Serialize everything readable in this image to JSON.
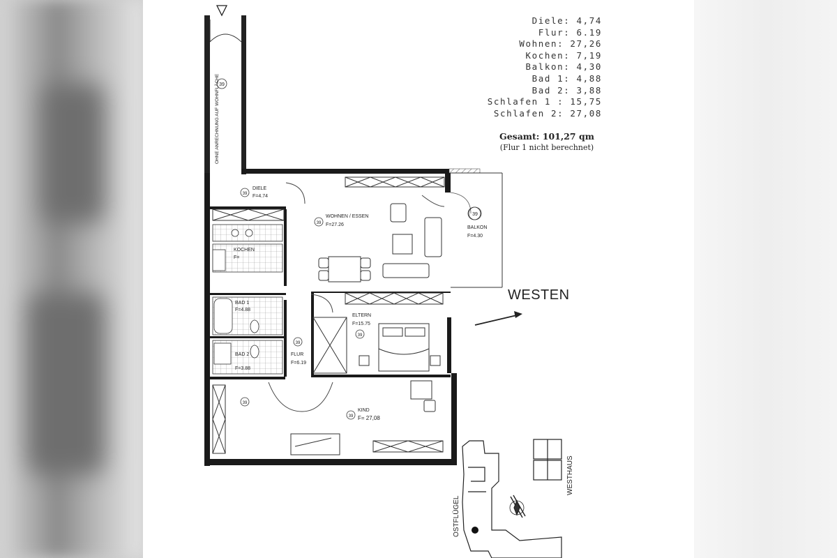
{
  "area_list": [
    {
      "label": "Diele: 4,74"
    },
    {
      "label": "Flur: 6.19"
    },
    {
      "label": "Wohnen: 27,26"
    },
    {
      "label": "Kochen: 7,19"
    },
    {
      "label": "Balkon: 4,30"
    },
    {
      "label": "Bad 1: 4,88"
    },
    {
      "label": "Bad 2: 3,88"
    },
    {
      "label": "Schlafen 1 : 15,75"
    },
    {
      "label": "Schlafen 2: 27,08"
    }
  ],
  "total": {
    "sum": "Gesamt: 101,27 qm",
    "note": "(Flur 1 nicht berechnet)"
  },
  "orientation": {
    "label": "WESTEN"
  },
  "corridor": {
    "note": "OHNE ANRECHNUNG AUF WOHNFLÄCHE",
    "number": "39"
  },
  "rooms": {
    "diele": {
      "number": "39",
      "name": "DIELE",
      "area": "F=4.74"
    },
    "wohnen": {
      "number": "39",
      "name": "WOHNEN / ESSEN",
      "area": "F=27.26"
    },
    "balkon": {
      "number": "39",
      "name": "BALKON",
      "area": "F=4.30"
    },
    "kochen": {
      "name": "KOCHEN",
      "area": "F="
    },
    "bad1": {
      "name": "BAD 1",
      "area": "F=4.88"
    },
    "bad2": {
      "name": "BAD 2",
      "area": "F=3.88"
    },
    "flur": {
      "number": "39",
      "name": "FLUR",
      "area": "F=6.19"
    },
    "eltern": {
      "number": "39",
      "name": "ELTERN",
      "area": "F=15.75"
    },
    "kind": {
      "number": "39",
      "name": "KIND",
      "area": "F= 27,08"
    },
    "extra": {
      "number": "39"
    }
  },
  "site": {
    "east_wing": "OSTFLÜGEL",
    "west_house": "WESTHAUS"
  }
}
